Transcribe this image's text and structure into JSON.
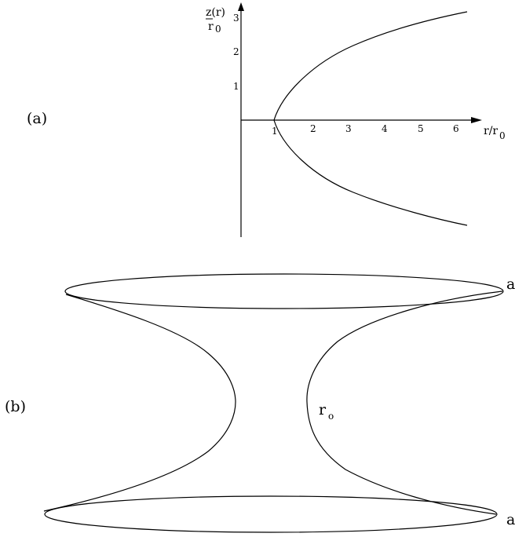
{
  "panel_a": {
    "label": "(a)",
    "y_axis_label_top": "z(r)",
    "y_axis_label_bottom": "r",
    "y_axis_label_bottom_sub": "0",
    "x_axis_label": "r/r",
    "x_axis_label_sub": "0",
    "x_ticks": [
      "1",
      "2",
      "3",
      "4",
      "5",
      "6"
    ],
    "y_ticks": [
      "1",
      "2",
      "3"
    ]
  },
  "panel_b": {
    "label": "(b)",
    "throat_label": "r",
    "throat_label_sub": "o",
    "top_rim_label": "a",
    "bottom_rim_label": "a"
  }
}
